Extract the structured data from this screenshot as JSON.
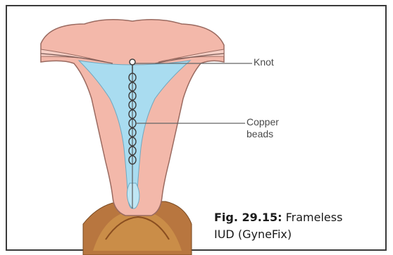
{
  "labels": {
    "knot": "Knot",
    "copper_beads": "Copper\nbeads"
  },
  "caption": {
    "figure_number": "Fig. 29.15:",
    "line1_rest": "Frameless",
    "line2": "IUD (GyneFix)"
  },
  "colors": {
    "uterus_wall": "#f2b3a5",
    "uterus_outline": "#9a6a60",
    "cavity": "#a9dcf0",
    "cervix_tissue": "#c07a40",
    "frame_border": "#3a3a3a"
  }
}
